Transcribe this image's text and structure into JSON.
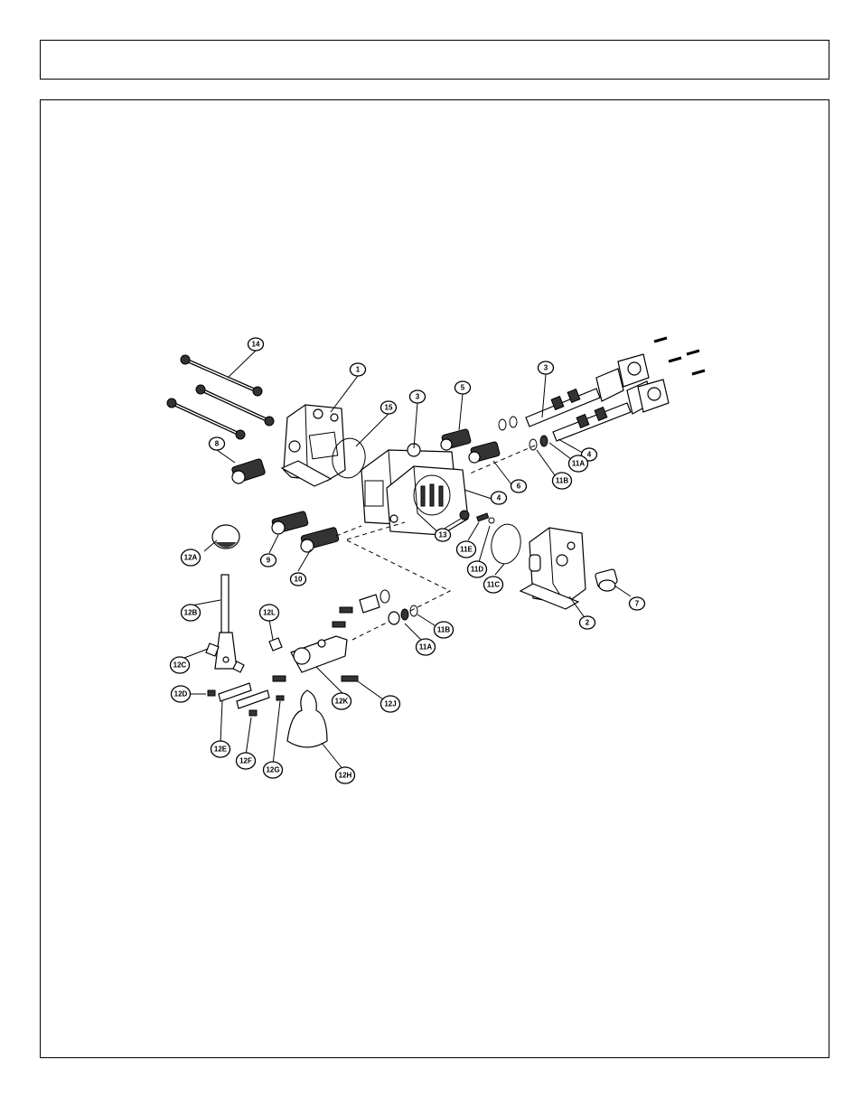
{
  "header": {
    "title": ""
  },
  "diagram": {
    "callouts": [
      {
        "label": "14"
      },
      {
        "label": "1"
      },
      {
        "label": "15"
      },
      {
        "label": "8"
      },
      {
        "label": "3"
      },
      {
        "label": "5"
      },
      {
        "label": "3"
      },
      {
        "label": "4"
      },
      {
        "label": "11A"
      },
      {
        "label": "11B"
      },
      {
        "label": "6"
      },
      {
        "label": "4"
      },
      {
        "label": "12A"
      },
      {
        "label": "9"
      },
      {
        "label": "10"
      },
      {
        "label": "13"
      },
      {
        "label": "11E"
      },
      {
        "label": "11D"
      },
      {
        "label": "11C"
      },
      {
        "label": "7"
      },
      {
        "label": "2"
      },
      {
        "label": "12B"
      },
      {
        "label": "12L"
      },
      {
        "label": "11B"
      },
      {
        "label": "11A"
      },
      {
        "label": "12C"
      },
      {
        "label": "12D"
      },
      {
        "label": "12K"
      },
      {
        "label": "12J"
      },
      {
        "label": "12E"
      },
      {
        "label": "12F"
      },
      {
        "label": "12G"
      },
      {
        "label": "12H"
      }
    ]
  }
}
